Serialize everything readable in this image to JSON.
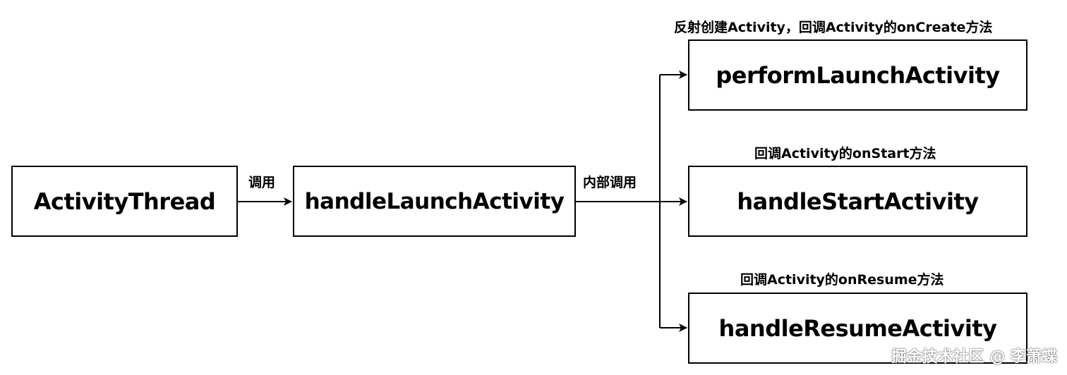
{
  "nodes": {
    "activity_thread": "ActivityThread",
    "handle_launch_activity": "handleLaunchActivity",
    "perform_launch_activity": "performLaunchActivity",
    "handle_start_activity": "handleStartActivity",
    "handle_resume_activity": "handleResumeActivity"
  },
  "edges": {
    "call": "调用",
    "internal_call": "内部调用"
  },
  "notes": {
    "perform_launch": "反射创建Activity，回调Activity的onCreate方法",
    "handle_start": "回调Activity的onStart方法",
    "handle_resume": "回调Activity的onResume方法"
  },
  "watermark": "掘金技术社区 @ 李萧蝶"
}
